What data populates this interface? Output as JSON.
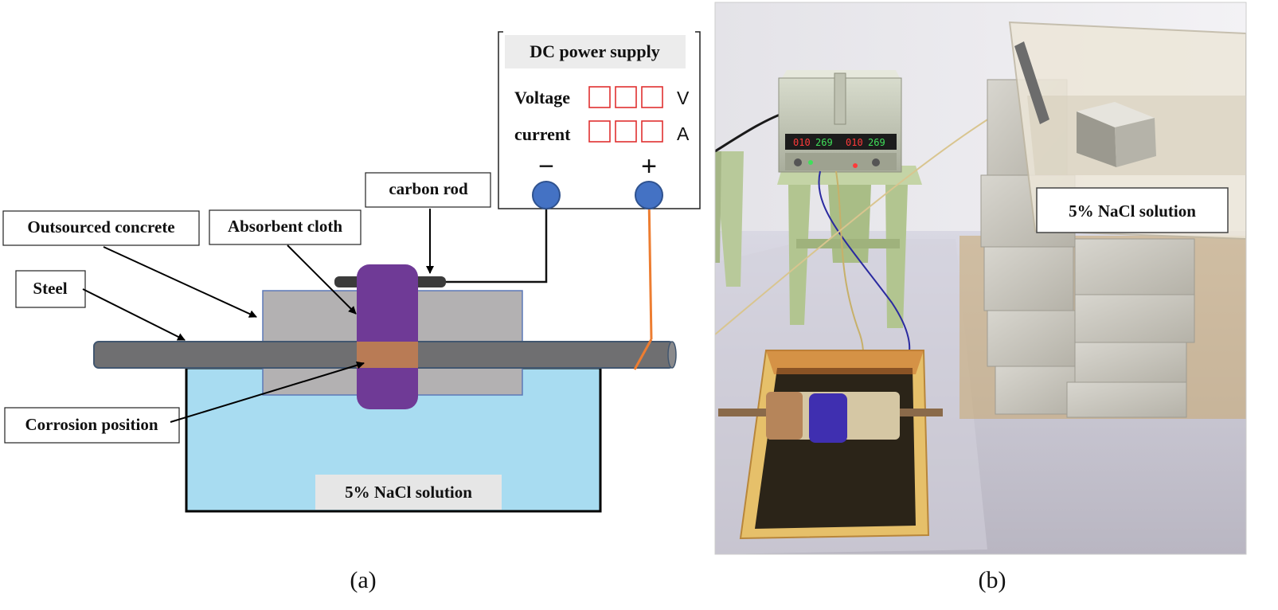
{
  "panel_a": {
    "caption": "(a)",
    "power_supply": {
      "title": "DC power supply",
      "voltage_label": "Voltage",
      "voltage_unit": "V",
      "current_label": "current",
      "current_unit": "A",
      "negative_symbol": "−",
      "positive_symbol": "+"
    },
    "labels": {
      "carbon_rod": "carbon rod",
      "outsourced_concrete": "Outsourced concrete",
      "absorbent_cloth": "Absorbent cloth",
      "steel": "Steel",
      "corrosion_position": "Corrosion position",
      "solution": "5% NaCl solution"
    },
    "colors": {
      "solution": "#a8dcf1",
      "concrete": "#b3b1b2",
      "steel": "#6f6f71",
      "cloth": "#6f3a96",
      "corrosion": "#b97b55",
      "terminal": "#4472c4",
      "wire_positive": "#ed7d31",
      "digit_box": "#e03030"
    }
  },
  "panel_b": {
    "caption": "(b)",
    "label": "5% NaCl solution",
    "display_readings": [
      "010",
      "269",
      "010",
      "269"
    ]
  }
}
